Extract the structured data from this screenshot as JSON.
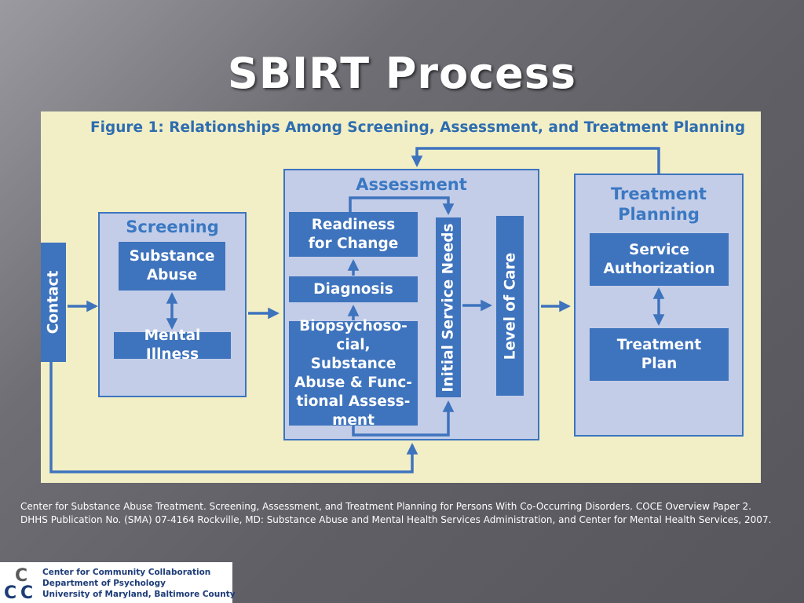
{
  "slide": {
    "title": "SBIRT Process"
  },
  "figure": {
    "title": "Figure 1: Relationships Among Screening, Assessment, and Treatment Planning",
    "contact": "Contact",
    "screening": {
      "title": "Screening",
      "substance_abuse": "Substance Abuse",
      "mental_illness": "Mental Illness"
    },
    "assessment": {
      "title": "Assessment",
      "readiness": "Readiness for Change",
      "diagnosis": "Diagnosis",
      "biopsychosocial": "Biopsychoso-cial, Substance Abuse & Func-tional Assess-ment",
      "initial_service_needs": "Initial Service Needs",
      "level_of_care": "Level of Care"
    },
    "treatment_planning": {
      "title": "Treatment Planning",
      "service_authorization": "Service Authorization",
      "treatment_plan": "Treatment Plan"
    },
    "colors": {
      "background": "#f2efc6",
      "panel": "#c3cde8",
      "box": "#3e73bd",
      "arrow": "#3e73bd",
      "title_text": "#2e6cb0"
    }
  },
  "citation": "Center for Substance Abuse Treatment. Screening, Assessment, and Treatment Planning for Persons With Co-Occurring Disorders. COCE Overview Paper 2. DHHS Publication No. (SMA) 07-4164 Rockville, MD: Substance Abuse and Mental Health Services Administration, and Center for Mental Health Services, 2007.",
  "footer": {
    "logo_letters": "CCC",
    "line1": "Center for Community Collaboration",
    "line2": "Department of Psychology",
    "line3": "University of Maryland, Baltimore County"
  }
}
